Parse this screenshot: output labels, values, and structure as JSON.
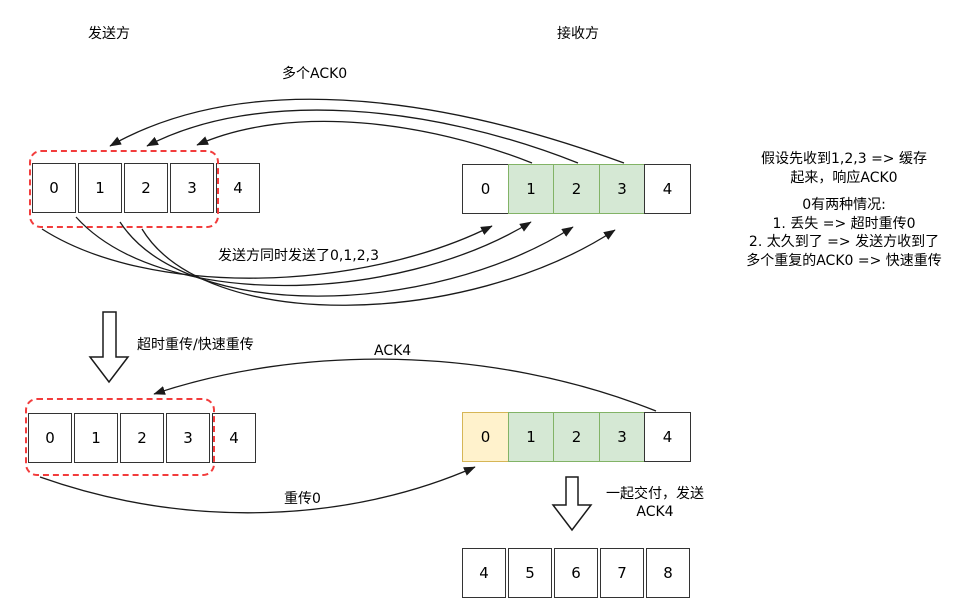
{
  "labels": {
    "sender": "发送方",
    "receiver": "接收方",
    "multi_ack0": "多个ACK0",
    "sent_simultaneously": "发送方同时发送了0,1,2,3",
    "timeout_fast_retransmit": "超时重传/快速重传",
    "ack4": "ACK4",
    "retransmit_0": "重传0",
    "deliver_line1": "一起交付，发送",
    "deliver_line2": "ACK4"
  },
  "note": {
    "lines": [
      "假设先收到1,2,3 => 缓存",
      "起来，响应ACK0",
      "0有两种情况:",
      "1. 丢失 => 超时重传0",
      "2. 太久到了 => 发送方收到了",
      "多个重复的ACK0 => 快速重传"
    ]
  },
  "rows": {
    "sender_top": {
      "cells": [
        "0",
        "1",
        "2",
        "3",
        "4"
      ]
    },
    "receiver_top": {
      "cells": [
        "0",
        "1",
        "2",
        "3",
        "4"
      ]
    },
    "sender_bottom": {
      "cells": [
        "0",
        "1",
        "2",
        "3",
        "4"
      ]
    },
    "receiver_bottom": {
      "cells": [
        "0",
        "1",
        "2",
        "3",
        "4"
      ]
    },
    "delivered": {
      "cells": [
        "4",
        "5",
        "6",
        "7",
        "8"
      ]
    }
  },
  "colors": {
    "buffered_fill": "#d5e8d4",
    "buffered_border": "#82b366",
    "late_packet_fill": "#fff2cc",
    "late_packet_border": "#d6b656",
    "send_window_dash": "#f23c3c",
    "cell_border": "#333333",
    "arrow": "#1a1a1a"
  }
}
